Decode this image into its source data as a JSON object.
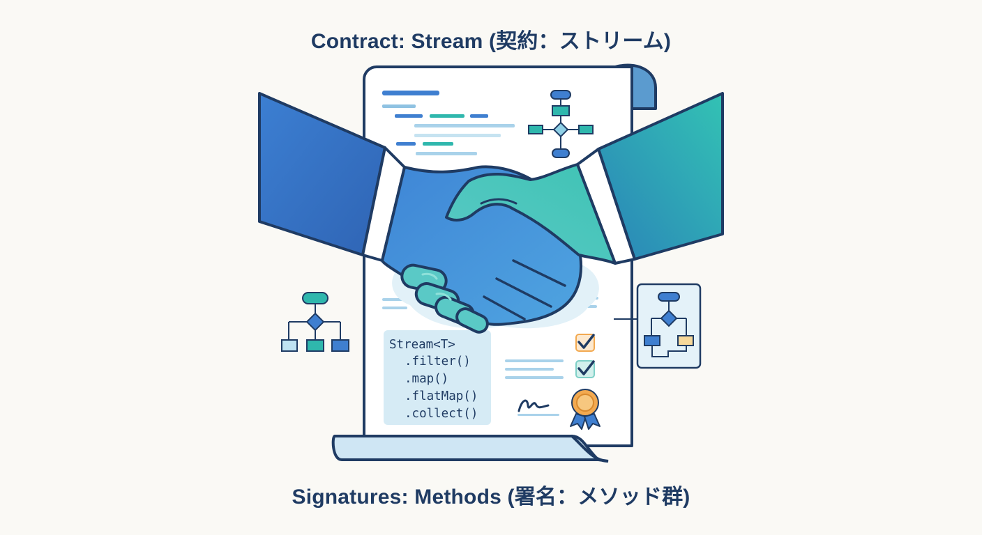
{
  "header": {
    "title": "Contract: Stream (契約：ストリーム)"
  },
  "footer": {
    "title": "Signatures: Methods (署名：メソッド群)"
  },
  "code_box": {
    "lines": [
      "Stream<T>",
      ".filter()",
      ".map()",
      ".flatMap()",
      ".collect()"
    ]
  },
  "icons": {
    "flowchart_in_document": "flowchart-icon",
    "flowchart_left": "flowchart-icon",
    "flowchart_right": "flowchart-icon",
    "handshake": "handshake-icon",
    "checkboxes": "checkbox-checked-icon",
    "signature": "signature-icon",
    "seal": "award-seal-icon"
  },
  "colors": {
    "title": "#1f3b63",
    "outline": "#1f3b63",
    "blue": "#3f7fd0",
    "teal": "#2fb7ad",
    "light_blue": "#d6ebf5",
    "seal_gold": "#f2a950"
  }
}
